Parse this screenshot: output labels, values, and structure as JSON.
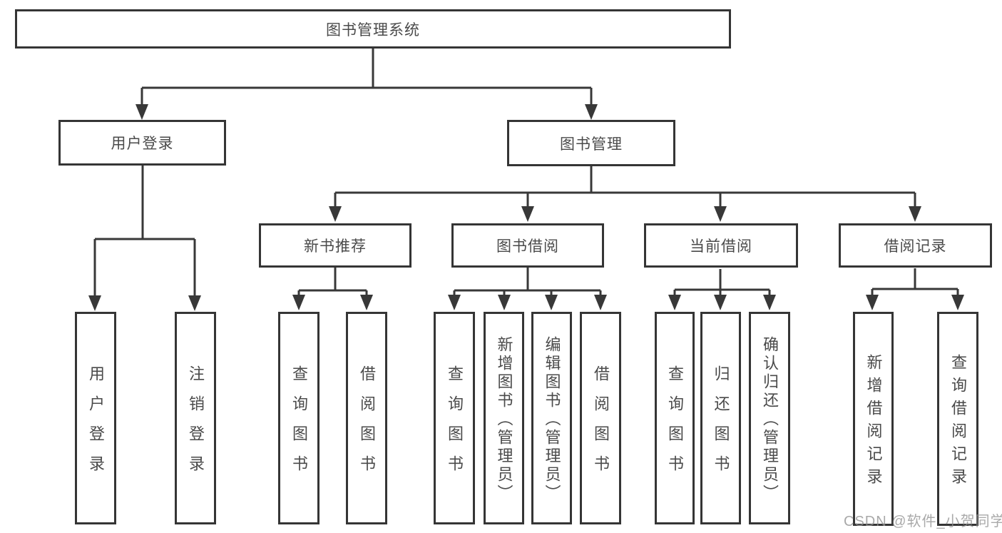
{
  "diagram": {
    "root": {
      "label": "图书管理系统"
    },
    "children": [
      {
        "label": "用户登录",
        "children": [
          {
            "label": "用户登录"
          },
          {
            "label": "注销登录"
          }
        ]
      },
      {
        "label": "图书管理",
        "children": [
          {
            "label": "新书推荐",
            "children": [
              {
                "label": "查询图书"
              },
              {
                "label": "借阅图书"
              }
            ]
          },
          {
            "label": "图书借阅",
            "children": [
              {
                "label": "查询图书"
              },
              {
                "label": "新增图书（管理员）"
              },
              {
                "label": "编辑图书（管理员）"
              },
              {
                "label": "借阅图书"
              }
            ]
          },
          {
            "label": "当前借阅",
            "children": [
              {
                "label": "查询图书"
              },
              {
                "label": "归还图书"
              },
              {
                "label": "确认归还（管理员）"
              }
            ]
          },
          {
            "label": "借阅记录",
            "children": [
              {
                "label": "新增借阅记录"
              },
              {
                "label": "查询借阅记录"
              }
            ]
          }
        ]
      }
    ]
  },
  "watermark": {
    "text": "CSDN @软件_小贺同学"
  },
  "colors": {
    "line": "#383838",
    "text": "#4a4a4a",
    "background": "#ffffff"
  }
}
